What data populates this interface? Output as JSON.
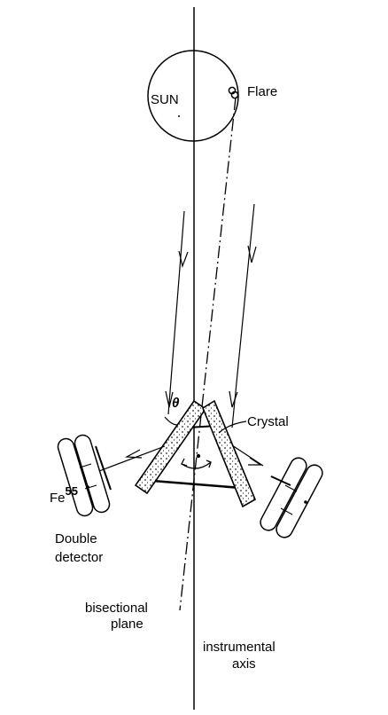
{
  "labels": {
    "sun": "SUN",
    "flare": "Flare",
    "theta": "θ",
    "crystal": "Crystal",
    "fe": "Fe",
    "fe_superscript": "55",
    "double_detector_line1": "Double",
    "double_detector_line2": "detector",
    "bisectional_line1": "bisectional",
    "bisectional_line2": "plane",
    "instrumental_line1": "instrumental",
    "instrumental_line2": "axis"
  },
  "colors": {
    "ink": "#000000",
    "background": "#ffffff"
  }
}
